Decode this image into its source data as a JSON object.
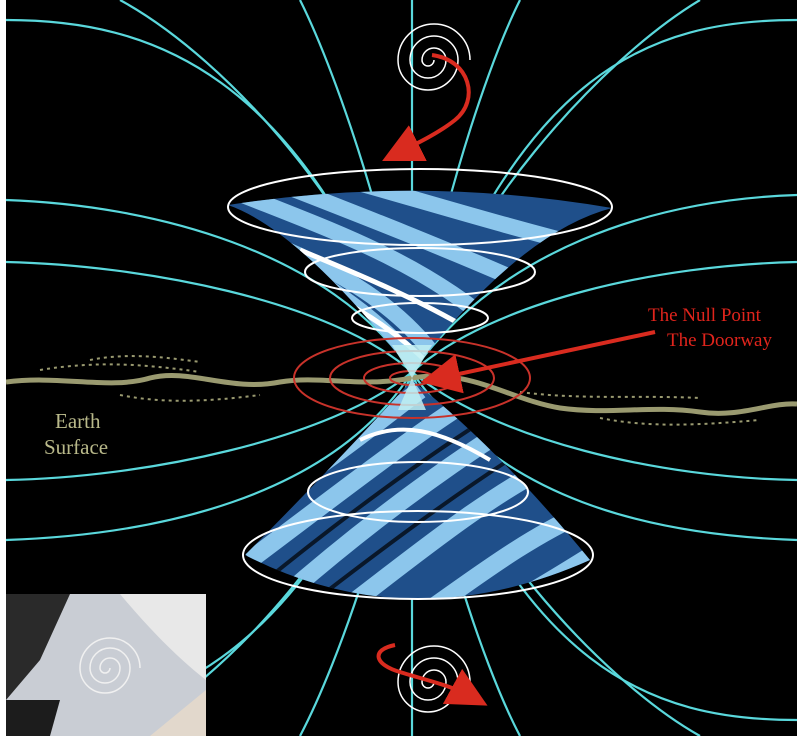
{
  "labels": {
    "null_point": "The Null Point",
    "doorway": "The Doorway",
    "earth": "Earth",
    "surface": "Surface"
  },
  "colors": {
    "background": "#000000",
    "field_lines": "#5ad8dc",
    "vortex_light": "#8cc6ec",
    "vortex_dark": "#1f4f8a",
    "rings": "#ffffff",
    "null_rings": "#c8322a",
    "arrows": "#d92b1f",
    "earth_line": "#9a9a70",
    "label_red": "#e0241c",
    "label_earth": "#b9b98a"
  },
  "icons": {
    "top_spiral": "spiral-icon",
    "bottom_spiral": "spiral-icon",
    "top_arrow": "curved-arrow-icon",
    "bottom_arrow": "curved-arrow-icon",
    "pointer_arrow": "arrow-icon"
  }
}
